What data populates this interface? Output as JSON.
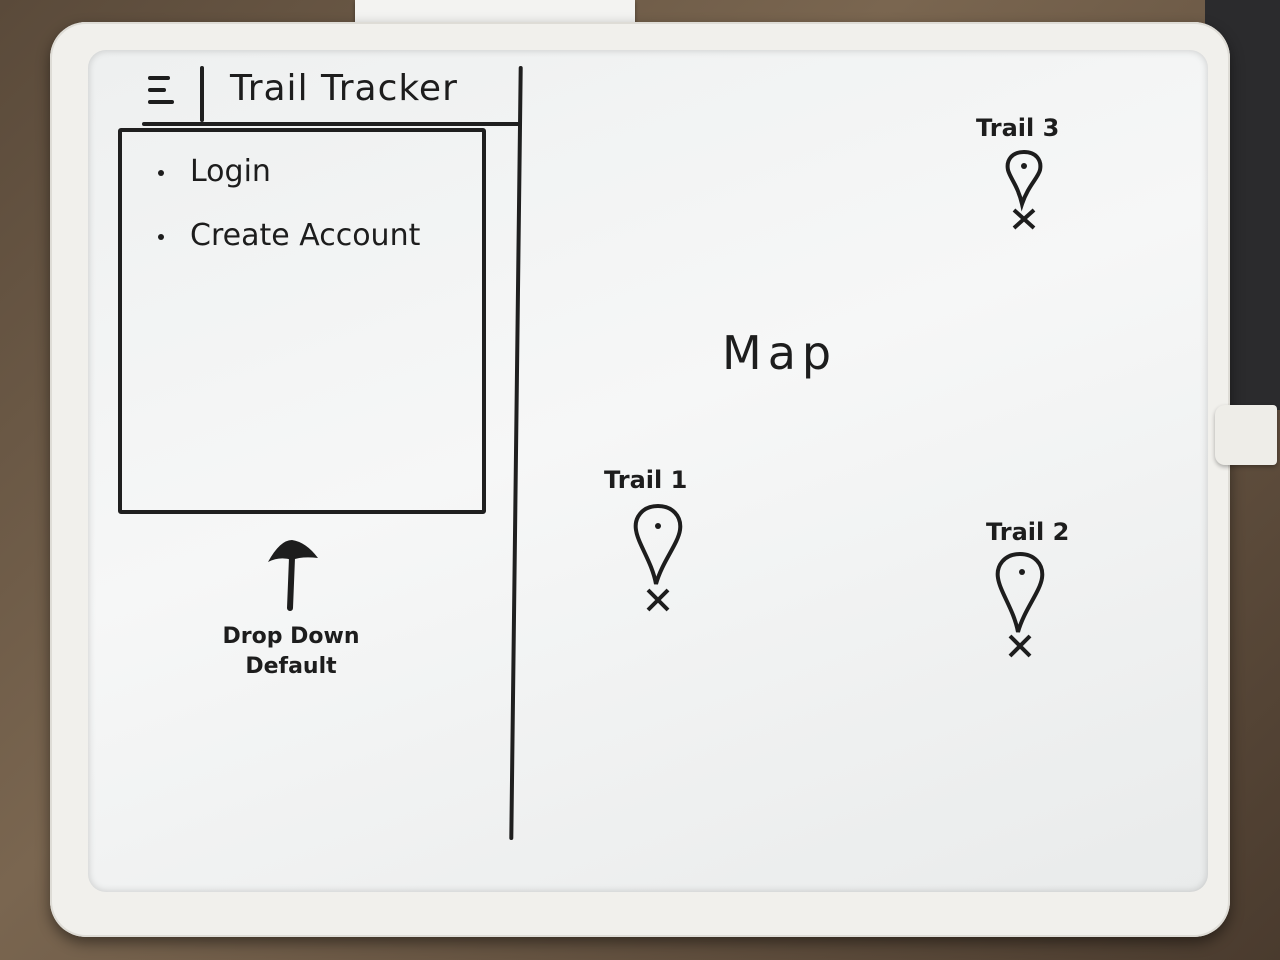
{
  "app": {
    "title": "Trail Tracker"
  },
  "menu": {
    "icon": "hamburger-menu-icon"
  },
  "dropdown": {
    "items": [
      {
        "label": "Login"
      },
      {
        "label": "Create Account"
      }
    ],
    "annotation": [
      "Drop Down",
      "Default"
    ]
  },
  "map": {
    "label": "Map",
    "markers": [
      {
        "label": "Trail 1"
      },
      {
        "label": "Trail 2"
      },
      {
        "label": "Trail 3"
      }
    ]
  },
  "colors": {
    "ink": "#1d1d1d",
    "board": "#f2f3f3",
    "frame": "#f1f0ec"
  }
}
